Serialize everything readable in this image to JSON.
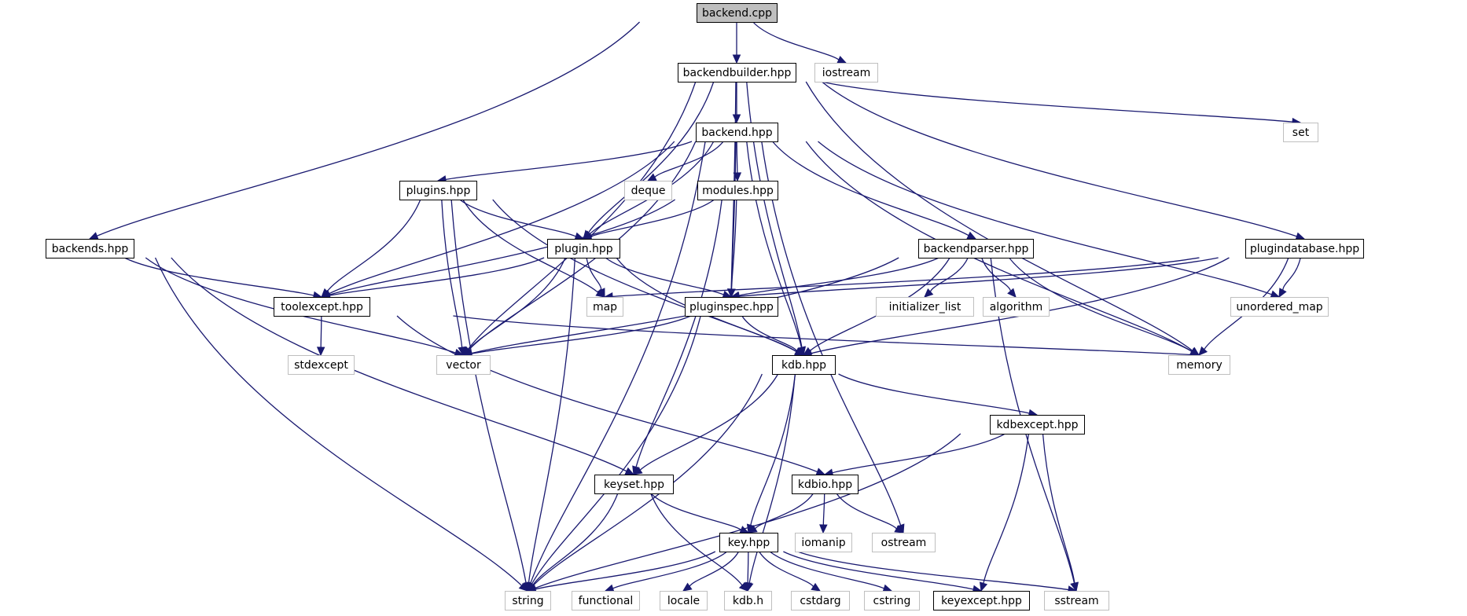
{
  "nodes": [
    {
      "id": "backend_cpp",
      "label": "backend.cpp",
      "kind": "root"
    },
    {
      "id": "backendbuilder_hpp",
      "label": "backendbuilder.hpp",
      "kind": "header"
    },
    {
      "id": "iostream",
      "label": "iostream",
      "kind": "external"
    },
    {
      "id": "backend_hpp",
      "label": "backend.hpp",
      "kind": "header"
    },
    {
      "id": "set",
      "label": "set",
      "kind": "external"
    },
    {
      "id": "plugins_hpp",
      "label": "plugins.hpp",
      "kind": "header"
    },
    {
      "id": "deque",
      "label": "deque",
      "kind": "external"
    },
    {
      "id": "modules_hpp",
      "label": "modules.hpp",
      "kind": "header"
    },
    {
      "id": "backends_hpp",
      "label": "backends.hpp",
      "kind": "header"
    },
    {
      "id": "plugin_hpp",
      "label": "plugin.hpp",
      "kind": "header"
    },
    {
      "id": "backendparser_hpp",
      "label": "backendparser.hpp",
      "kind": "header"
    },
    {
      "id": "plugindatabase_hpp",
      "label": "plugindatabase.hpp",
      "kind": "header"
    },
    {
      "id": "toolexcept_hpp",
      "label": "toolexcept.hpp",
      "kind": "header"
    },
    {
      "id": "map",
      "label": "map",
      "kind": "external"
    },
    {
      "id": "pluginspec_hpp",
      "label": "pluginspec.hpp",
      "kind": "header"
    },
    {
      "id": "initializer_list",
      "label": "initializer_list",
      "kind": "external"
    },
    {
      "id": "algorithm",
      "label": "algorithm",
      "kind": "external"
    },
    {
      "id": "unordered_map",
      "label": "unordered_map",
      "kind": "external"
    },
    {
      "id": "stdexcept",
      "label": "stdexcept",
      "kind": "external"
    },
    {
      "id": "vector",
      "label": "vector",
      "kind": "external"
    },
    {
      "id": "kdb_hpp",
      "label": "kdb.hpp",
      "kind": "header"
    },
    {
      "id": "memory",
      "label": "memory",
      "kind": "external"
    },
    {
      "id": "kdbexcept_hpp",
      "label": "kdbexcept.hpp",
      "kind": "header"
    },
    {
      "id": "keyset_hpp",
      "label": "keyset.hpp",
      "kind": "header"
    },
    {
      "id": "kdbio_hpp",
      "label": "kdbio.hpp",
      "kind": "header"
    },
    {
      "id": "key_hpp",
      "label": "key.hpp",
      "kind": "header"
    },
    {
      "id": "iomanip",
      "label": "iomanip",
      "kind": "external"
    },
    {
      "id": "ostream",
      "label": "ostream",
      "kind": "external"
    },
    {
      "id": "string",
      "label": "string",
      "kind": "external"
    },
    {
      "id": "functional",
      "label": "functional",
      "kind": "external"
    },
    {
      "id": "locale",
      "label": "locale",
      "kind": "external"
    },
    {
      "id": "kdb_h",
      "label": "kdb.h",
      "kind": "external"
    },
    {
      "id": "cstdarg",
      "label": "cstdarg",
      "kind": "external"
    },
    {
      "id": "cstring",
      "label": "cstring",
      "kind": "external"
    },
    {
      "id": "keyexcept_hpp",
      "label": "keyexcept.hpp",
      "kind": "header"
    },
    {
      "id": "sstream",
      "label": "sstream",
      "kind": "external"
    }
  ],
  "edges": [
    [
      "backend_cpp",
      "backendbuilder_hpp"
    ],
    [
      "backend_cpp",
      "iostream"
    ],
    [
      "backend_cpp",
      "backends_hpp"
    ],
    [
      "backendbuilder_hpp",
      "backend_hpp"
    ],
    [
      "backendbuilder_hpp",
      "set"
    ],
    [
      "backendbuilder_hpp",
      "plugin_hpp"
    ],
    [
      "backendbuilder_hpp",
      "pluginspec_hpp"
    ],
    [
      "backendbuilder_hpp",
      "plugindatabase_hpp"
    ],
    [
      "backendbuilder_hpp",
      "vector"
    ],
    [
      "backendbuilder_hpp",
      "kdb_hpp"
    ],
    [
      "backendbuilder_hpp",
      "memory"
    ],
    [
      "backend_hpp",
      "plugins_hpp"
    ],
    [
      "backend_hpp",
      "deque"
    ],
    [
      "backend_hpp",
      "modules_hpp"
    ],
    [
      "backend_hpp",
      "plugin_hpp"
    ],
    [
      "backend_hpp",
      "toolexcept_hpp"
    ],
    [
      "backend_hpp",
      "pluginspec_hpp"
    ],
    [
      "backend_hpp",
      "backendparser_hpp"
    ],
    [
      "backend_hpp",
      "kdb_hpp"
    ],
    [
      "backend_hpp",
      "vector"
    ],
    [
      "backend_hpp",
      "memory"
    ],
    [
      "backend_hpp",
      "unordered_map"
    ],
    [
      "backend_hpp",
      "ostream"
    ],
    [
      "backend_hpp",
      "string"
    ],
    [
      "plugins_hpp",
      "plugin_hpp"
    ],
    [
      "plugins_hpp",
      "toolexcept_hpp"
    ],
    [
      "plugins_hpp",
      "map"
    ],
    [
      "plugins_hpp",
      "vector"
    ],
    [
      "plugins_hpp",
      "kdb_hpp"
    ],
    [
      "plugins_hpp",
      "string"
    ],
    [
      "modules_hpp",
      "plugin_hpp"
    ],
    [
      "modules_hpp",
      "toolexcept_hpp"
    ],
    [
      "modules_hpp",
      "pluginspec_hpp"
    ],
    [
      "modules_hpp",
      "keyset_hpp"
    ],
    [
      "backends_hpp",
      "toolexcept_hpp"
    ],
    [
      "backends_hpp",
      "vector"
    ],
    [
      "backends_hpp",
      "keyset_hpp"
    ],
    [
      "backends_hpp",
      "string"
    ],
    [
      "plugin_hpp",
      "toolexcept_hpp"
    ],
    [
      "plugin_hpp",
      "map"
    ],
    [
      "plugin_hpp",
      "pluginspec_hpp"
    ],
    [
      "plugin_hpp",
      "vector"
    ],
    [
      "plugin_hpp",
      "kdb_hpp"
    ],
    [
      "plugin_hpp",
      "string"
    ],
    [
      "backendparser_hpp",
      "pluginspec_hpp"
    ],
    [
      "backendparser_hpp",
      "initializer_list"
    ],
    [
      "backendparser_hpp",
      "algorithm"
    ],
    [
      "backendparser_hpp",
      "vector"
    ],
    [
      "backendparser_hpp",
      "kdb_hpp"
    ],
    [
      "backendparser_hpp",
      "memory"
    ],
    [
      "backendparser_hpp",
      "sstream"
    ],
    [
      "plugindatabase_hpp",
      "pluginspec_hpp"
    ],
    [
      "plugindatabase_hpp",
      "map"
    ],
    [
      "plugindatabase_hpp",
      "unordered_map"
    ],
    [
      "plugindatabase_hpp",
      "kdb_hpp"
    ],
    [
      "plugindatabase_hpp",
      "memory"
    ],
    [
      "toolexcept_hpp",
      "stdexcept"
    ],
    [
      "toolexcept_hpp",
      "memory"
    ],
    [
      "toolexcept_hpp",
      "kdbio_hpp"
    ],
    [
      "pluginspec_hpp",
      "vector"
    ],
    [
      "pluginspec_hpp",
      "kdb_hpp"
    ],
    [
      "pluginspec_hpp",
      "string"
    ],
    [
      "kdb_hpp",
      "keyset_hpp"
    ],
    [
      "kdb_hpp",
      "key_hpp"
    ],
    [
      "kdb_hpp",
      "kdbexcept_hpp"
    ],
    [
      "kdb_hpp",
      "string"
    ],
    [
      "kdb_hpp",
      "kdb_h"
    ],
    [
      "kdbexcept_hpp",
      "kdbio_hpp"
    ],
    [
      "kdbexcept_hpp",
      "keyexcept_hpp"
    ],
    [
      "kdbexcept_hpp",
      "sstream"
    ],
    [
      "kdbexcept_hpp",
      "string"
    ],
    [
      "keyset_hpp",
      "key_hpp"
    ],
    [
      "keyset_hpp",
      "string"
    ],
    [
      "keyset_hpp",
      "kdb_h"
    ],
    [
      "kdbio_hpp",
      "key_hpp"
    ],
    [
      "kdbio_hpp",
      "iomanip"
    ],
    [
      "kdbio_hpp",
      "ostream"
    ],
    [
      "key_hpp",
      "string"
    ],
    [
      "key_hpp",
      "functional"
    ],
    [
      "key_hpp",
      "locale"
    ],
    [
      "key_hpp",
      "kdb_h"
    ],
    [
      "key_hpp",
      "cstdarg"
    ],
    [
      "key_hpp",
      "cstring"
    ],
    [
      "key_hpp",
      "keyexcept_hpp"
    ],
    [
      "key_hpp",
      "sstream"
    ]
  ]
}
